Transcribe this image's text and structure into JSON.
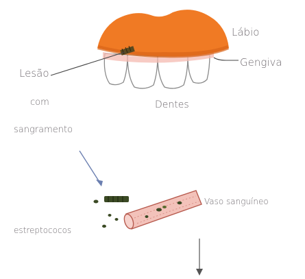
{
  "labels": {
    "labio": "Lábio",
    "gengiva": "Gengiva",
    "lesao_line1": "Lesão",
    "lesao_line2": "com",
    "lesao_line3": "sangramento",
    "dentes": "Dentes",
    "vaso": "Vaso sanguíneo",
    "estreptococos": "estreptococos"
  },
  "colors": {
    "lip": "#f07a24",
    "lip_shadow": "#d9651a",
    "tooth_outline": "#8a8a8a",
    "gum": "#f4b9b0",
    "vessel_fill": "#f3c2ba",
    "vessel_stroke": "#b75b4f",
    "bacteria": "#3b4a24",
    "lesion": "#5a4a20",
    "arrow_blue": "#6b7fb0",
    "text": "#6f6a6f"
  }
}
